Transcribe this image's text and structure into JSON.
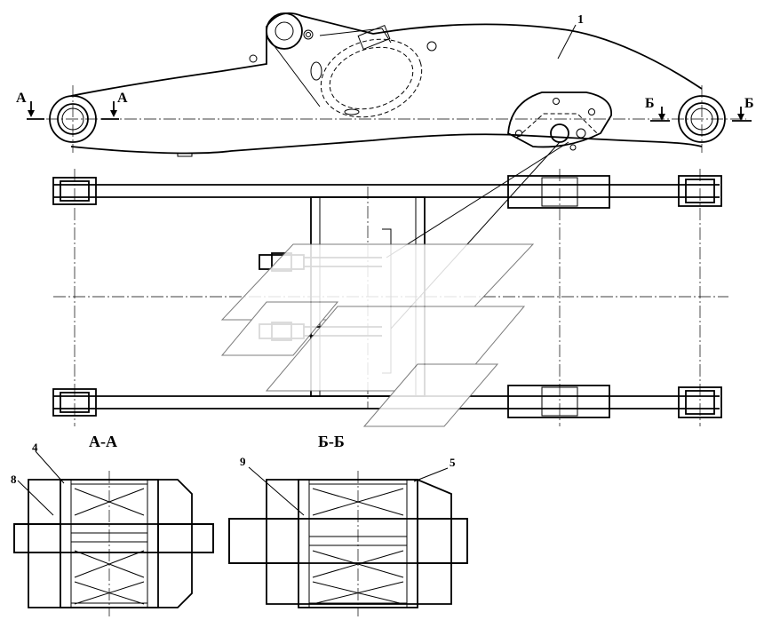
{
  "callouts": {
    "c1": "1",
    "c4": "4",
    "c5": "5",
    "c8": "8",
    "c9": "9"
  },
  "section_marks": {
    "a_left": "А",
    "a_right": "А",
    "b_left": "Б",
    "b_right": "Б"
  },
  "section_titles": {
    "aa": "А-А",
    "bb": "Б-Б"
  },
  "colors": {
    "line": "#000000",
    "background": "#ffffff",
    "watermark_outline": "#666666"
  }
}
